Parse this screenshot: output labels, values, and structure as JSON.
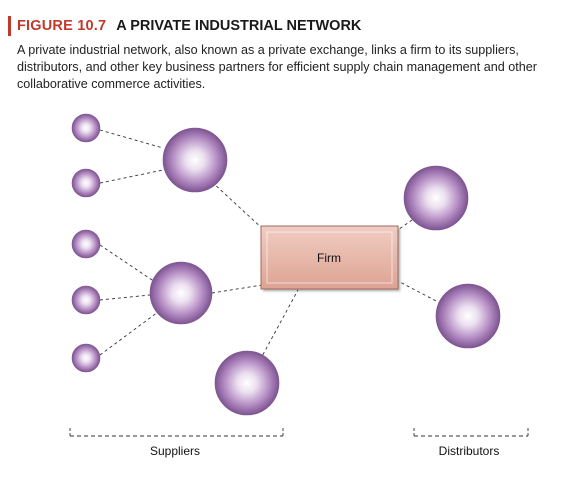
{
  "figure": {
    "number": "FIGURE 10.7",
    "title": "A PRIVATE INDUSTRIAL NETWORK",
    "caption": "A private industrial network, also known as a private exchange, links a firm to its suppliers, distributors, and other key business partners for efficient supply chain management and other collaborative commerce activities."
  },
  "diagram": {
    "center_label": "Firm",
    "groups": [
      {
        "id": "suppliers",
        "label": "Suppliers"
      },
      {
        "id": "distributors",
        "label": "Distributors"
      }
    ],
    "colors": {
      "node_fill_light": "#ffffff",
      "node_fill_mid": "#c4a3cf",
      "node_fill_dark": "#7d5491",
      "firm_fill": "#e6b2a5",
      "firm_border": "#a06a5f",
      "accent": "#c0392b"
    }
  }
}
